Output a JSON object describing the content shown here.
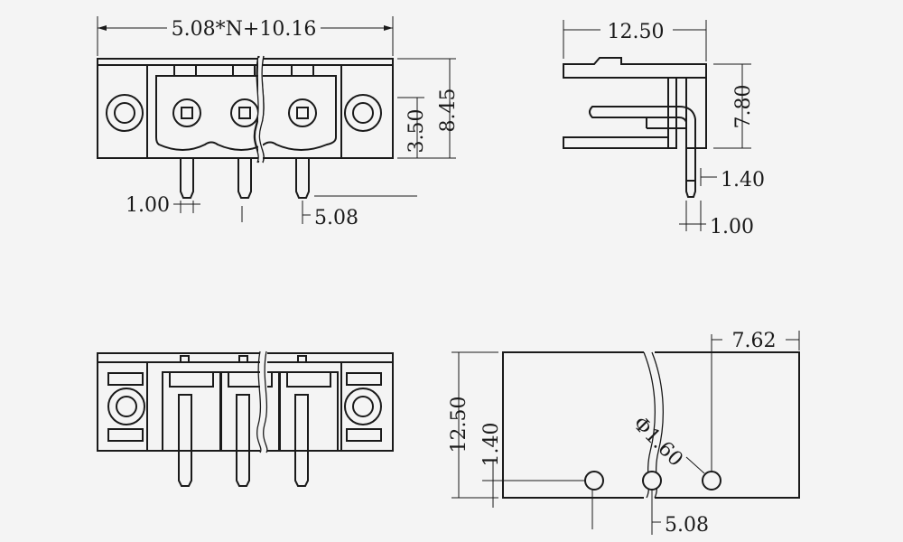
{
  "dimensions": {
    "front_width": "5.08*N+10.16",
    "front_height_inner": "3.50",
    "front_height_total": "8.45",
    "pin_width": "1.00",
    "pitch_front": "5.08",
    "side_depth": "12.50",
    "side_height": "7.80",
    "side_pin_offset": "1.40",
    "side_pin_width": "1.00",
    "pcb_pin_spacing": "7.62",
    "pcb_height": "12.50",
    "pcb_offset": "1.40",
    "pcb_hole_diameter": "Φ1.60",
    "pcb_pitch": "5.08"
  }
}
